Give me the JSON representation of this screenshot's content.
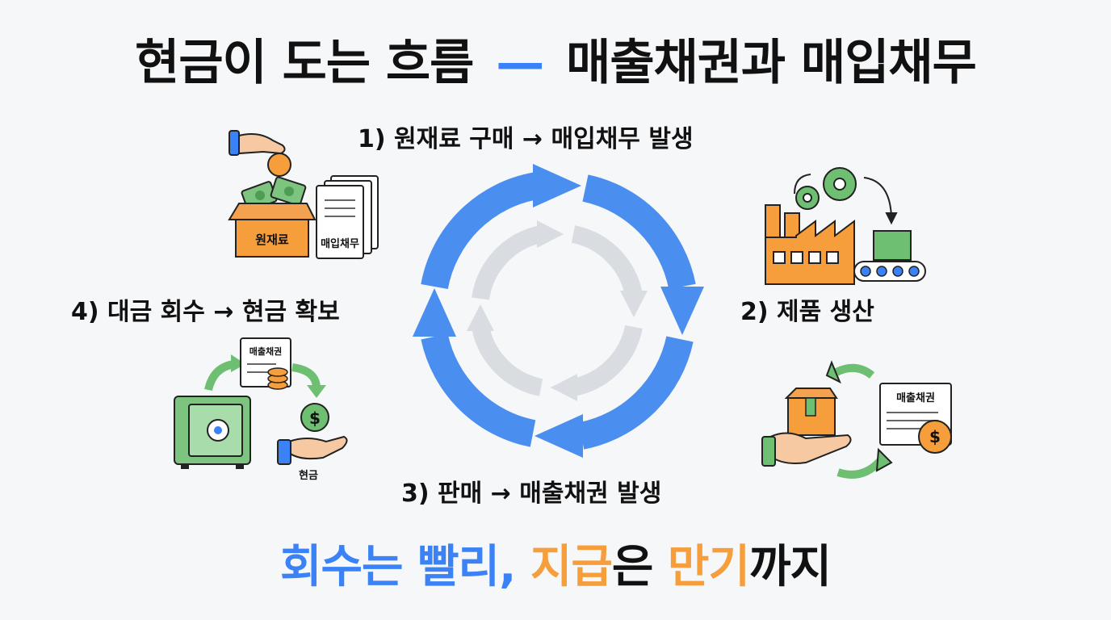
{
  "title": {
    "left": "현금이 도는 흐름",
    "dash": "—",
    "right": "매출채권과 매입채무"
  },
  "steps": {
    "purchase": "1) 원재료 구매 → 매입채무 발생",
    "production": "2) 제품 생산",
    "sale": "3) 판매 → 매출채권 발생",
    "collection": "4) 대금 회수 → 현금 확보"
  },
  "illustrations": {
    "box_label": "원재료",
    "payable_doc": "매입채무",
    "receivable_doc": "매출채권",
    "collection_doc": "매출채권",
    "cash_label": "현금"
  },
  "slogan": {
    "part1": "회수는 빨리,",
    "part2": "지급",
    "part3": "은",
    "part4": "만기",
    "part5": "까지"
  },
  "colors": {
    "accent_blue": "#3b82f6",
    "accent_orange": "#f59e3b",
    "money_green": "#6fbf73",
    "cycle_gray": "#d7dadf"
  }
}
